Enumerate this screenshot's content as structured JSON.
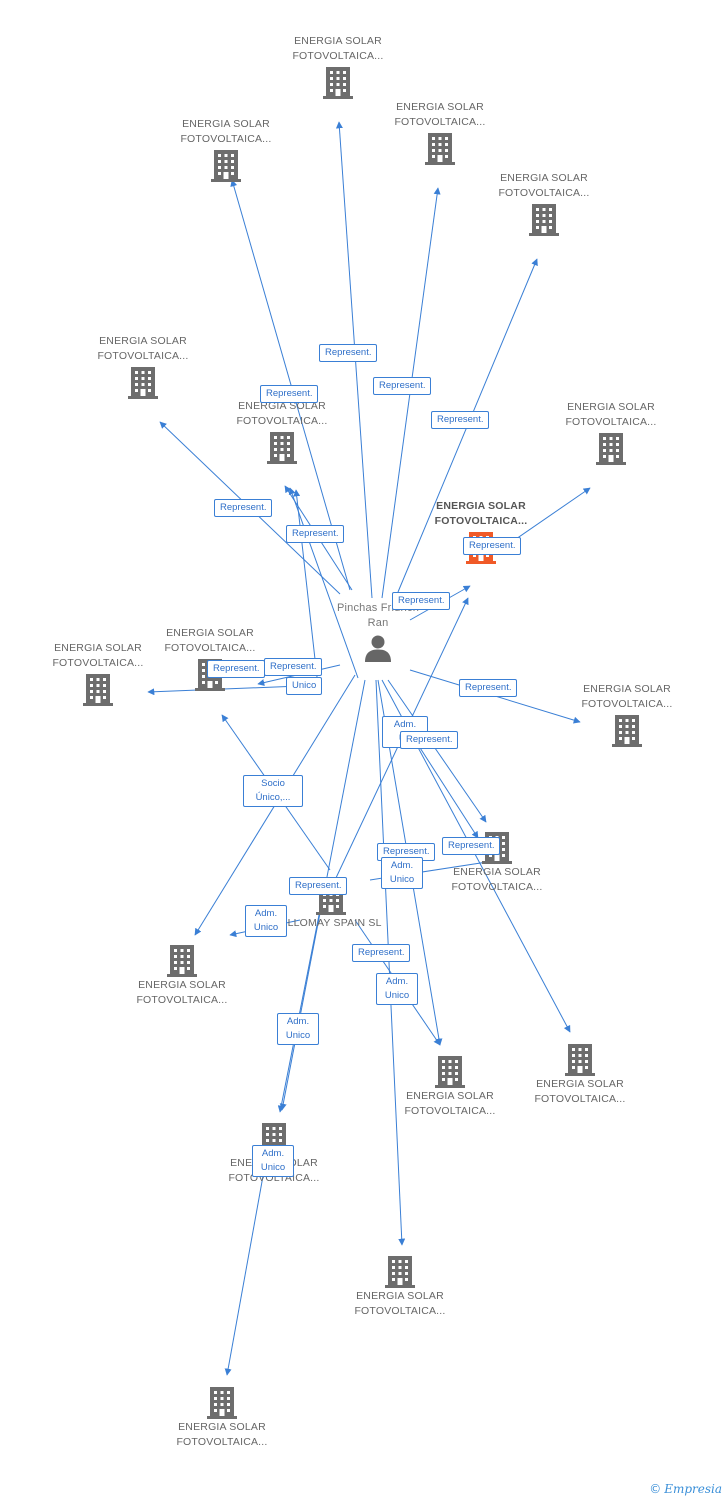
{
  "company_name": "ENERGIA SOLAR FOTOVOLTAICA...",
  "focus_company": "ENERGIA SOLAR FOTOVOLTAICA...",
  "person_name": "Pinchas Fridrich Ran",
  "ellomay_name": "ELLOMAY SPAIN SL",
  "labels": {
    "represent": "Represent.",
    "adm_unico": "Adm. Unico",
    "adm_un": "Adm. Un",
    "socio_unico": "Socio Único,...",
    "unico": "Unico"
  },
  "brand": {
    "copyright": "©",
    "name": "Empresia"
  },
  "colors": {
    "edge": "#3a7fd5",
    "building": "#6d6d6d",
    "focus_building": "#f05a28",
    "person": "#666666"
  }
}
